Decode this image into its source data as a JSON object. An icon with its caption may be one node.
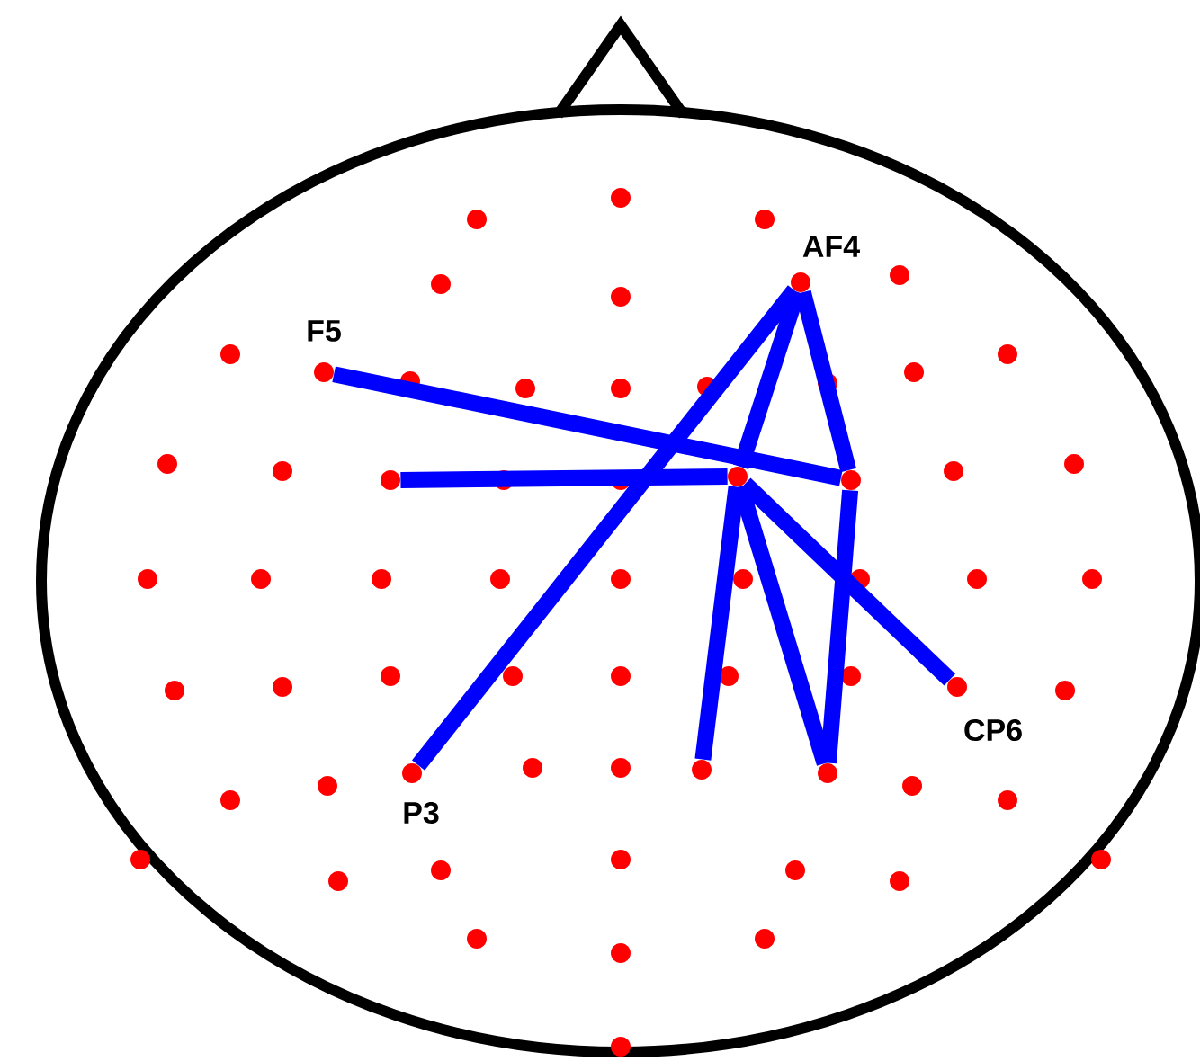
{
  "diagram": {
    "nodes": [
      {
        "text": [],
        "shape": "circle"
      },
      {
        "text": [],
        "shape": "circle"
      },
      {
        "text": [],
        "shape": "circle"
      },
      {
        "text": [],
        "shape": "circle"
      },
      {
        "text": [],
        "shape": "circle"
      },
      {
        "text": [],
        "shape": "circle",
        "beside": [
          "AF4"
        ]
      },
      {
        "text": [],
        "shape": "circle"
      },
      {
        "text": [],
        "shape": "circle"
      },
      {
        "text": [],
        "shape": "circle",
        "beside": [
          "F5"
        ]
      },
      {
        "text": [],
        "shape": "circle"
      },
      {
        "text": [],
        "shape": "circle"
      },
      {
        "text": [],
        "shape": "circle"
      },
      {
        "text": [],
        "shape": "circle"
      },
      {
        "text": [],
        "shape": "circle"
      },
      {
        "text": [],
        "shape": "circle"
      },
      {
        "text": [],
        "shape": "circle"
      },
      {
        "text": [],
        "shape": "circle"
      },
      {
        "text": [],
        "shape": "circle"
      },
      {
        "text": [],
        "shape": "circle"
      },
      {
        "text": [],
        "shape": "circle"
      },
      {
        "text": [],
        "shape": "circle"
      },
      {
        "text": [],
        "shape": "circle"
      },
      {
        "text": [],
        "shape": "circle"
      },
      {
        "text": [],
        "shape": "circle"
      },
      {
        "text": [],
        "shape": "circle"
      },
      {
        "text": [],
        "shape": "circle"
      },
      {
        "text": [],
        "shape": "circle"
      },
      {
        "text": [],
        "shape": "circle"
      },
      {
        "text": [],
        "shape": "circle"
      },
      {
        "text": [],
        "shape": "circle"
      },
      {
        "text": [],
        "shape": "circle"
      },
      {
        "text": [],
        "shape": "circle"
      },
      {
        "text": [],
        "shape": "circle"
      },
      {
        "text": [],
        "shape": "circle"
      },
      {
        "text": [],
        "shape": "circle"
      },
      {
        "text": [],
        "shape": "circle"
      },
      {
        "text": [],
        "shape": "circle"
      },
      {
        "text": [],
        "shape": "circle"
      },
      {
        "text": [],
        "shape": "circle"
      },
      {
        "text": [],
        "shape": "circle"
      },
      {
        "text": [],
        "shape": "circle"
      },
      {
        "text": [],
        "shape": "circle",
        "beside": [
          "CP6"
        ]
      },
      {
        "text": [],
        "shape": "circle"
      },
      {
        "text": [],
        "shape": "circle"
      },
      {
        "text": [],
        "shape": "circle"
      },
      {
        "text": [],
        "shape": "circle",
        "beside": [
          "P3"
        ]
      },
      {
        "text": [],
        "shape": "circle"
      },
      {
        "text": [],
        "shape": "circle"
      },
      {
        "text": [],
        "shape": "circle"
      },
      {
        "text": [],
        "shape": "circle"
      },
      {
        "text": [],
        "shape": "circle"
      },
      {
        "text": [],
        "shape": "circle"
      },
      {
        "text": [],
        "shape": "circle"
      },
      {
        "text": [],
        "shape": "circle"
      },
      {
        "text": [],
        "shape": "circle"
      },
      {
        "text": [],
        "shape": "circle"
      },
      {
        "text": [],
        "shape": "circle"
      },
      {
        "text": [],
        "shape": "circle"
      },
      {
        "text": [],
        "shape": "circle"
      },
      {
        "text": [],
        "shape": "circle"
      },
      {
        "text": [],
        "shape": "circle"
      },
      {
        "text": [],
        "shape": "circle"
      },
      {
        "text": [],
        "shape": "circle"
      }
    ],
    "edges": [
      {
        "from": 8,
        "to": 22,
        "arrow": "none"
      },
      {
        "from": 5,
        "to": 45,
        "arrow": "none"
      },
      {
        "from": 5,
        "to": 21,
        "arrow": "none"
      },
      {
        "from": 5,
        "to": 22,
        "arrow": "none"
      },
      {
        "from": 18,
        "to": 21,
        "arrow": "none"
      },
      {
        "from": 21,
        "to": 48,
        "arrow": "none"
      },
      {
        "from": 21,
        "to": 49,
        "arrow": "none"
      },
      {
        "from": 21,
        "to": 41,
        "arrow": "none"
      },
      {
        "from": 22,
        "to": 49,
        "arrow": "none"
      }
    ]
  }
}
